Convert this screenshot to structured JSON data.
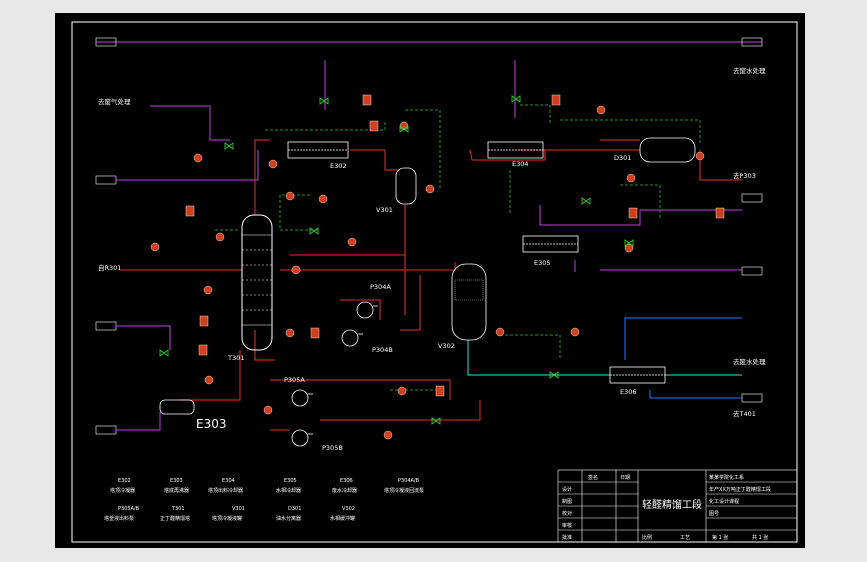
{
  "colors": {
    "background": "#000000",
    "viewport": "#e8e8e8",
    "border": "#ffffff",
    "process_red": "#e23030",
    "purple": "#c040e0",
    "green_dashed": "#30c030",
    "cyan": "#30e0e0",
    "blue": "#3070ff",
    "instrument_fill": "#d04020"
  },
  "equipment": {
    "E302": "E302",
    "E304": "E304",
    "E305": "E305",
    "E306": "E306",
    "E303": "E303",
    "D301": "D301",
    "V301": "V301",
    "V302": "V302",
    "T301": "T301",
    "P304A": "P304A",
    "P304B": "P304B",
    "P305A": "P305A",
    "P305B": "P305B"
  },
  "streams": {
    "to_flare_left": "去废气处理",
    "to_waste_right": "去废水处理",
    "to_p303": "去P303",
    "from_r301": "自R301",
    "to_tank_bottom": "去T401"
  },
  "legend": {
    "row1": [
      {
        "tag": "E302",
        "desc": "塔顶冷凝器"
      },
      {
        "tag": "E303",
        "desc": "塔底再沸器"
      },
      {
        "tag": "E304",
        "desc": "塔顶出料冷却器"
      },
      {
        "tag": "E305",
        "desc": "水相冷却器"
      },
      {
        "tag": "E306",
        "desc": "废水冷却器"
      },
      {
        "tag": "P304A/B",
        "desc": "塔顶冷凝液回流泵"
      }
    ],
    "row2": [
      {
        "tag": "P305A/B",
        "desc": "塔釜液出料泵"
      },
      {
        "tag": "T301",
        "desc": "正丁醛精馏塔"
      },
      {
        "tag": "V301",
        "desc": "塔顶冷凝液罐"
      },
      {
        "tag": "D301",
        "desc": "油水分离器"
      },
      {
        "tag": "V302",
        "desc": "水相缓冲罐"
      }
    ]
  },
  "title_block": {
    "main_title": "轻醛精馏工段",
    "project": "年产XX万吨正丁醛精馏工段",
    "unit": "化工设计课程",
    "school": "某某学院化工系",
    "col_labels": [
      "签名",
      "日期"
    ],
    "row_labels": [
      "设计",
      "制图",
      "校对",
      "审核",
      "批准"
    ],
    "scale_label": "比例",
    "sheet": "第 1 张",
    "total": "共 1 张",
    "drawing_no": "图号",
    "stage": "工艺"
  }
}
